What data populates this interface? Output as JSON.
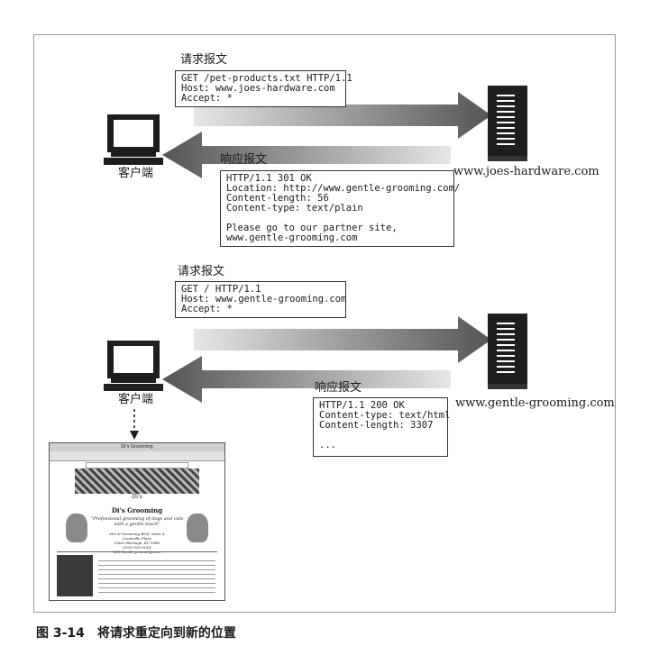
{
  "caption": "图 3-14　将请求重定向到新的位置",
  "client_label": "客户端",
  "request_label": "请求报文",
  "response_label": "响应报文",
  "servers": [
    {
      "name": "www.joes-hardware.com"
    },
    {
      "name": "www.gentle-grooming.com"
    }
  ],
  "exchange1": {
    "request_lines": [
      "GET /pet-products.txt HTTP/1.1",
      "Host: www.joes-hardware.com",
      "Accept: *"
    ],
    "response_lines": [
      "HTTP/1.1 301 OK",
      "Location: http://www.gentle-grooming.com/",
      "Content-length: 56",
      "Content-type: text/plain"
    ],
    "response_body_lines": [
      "Please go to our partner site,",
      "www.gentle-grooming.com"
    ]
  },
  "exchange2": {
    "request_lines": [
      "GET / HTTP/1.1",
      "Host: www.gentle-grooming.com",
      "Accept: *"
    ],
    "response_lines": [
      "HTTP/1.1 200 OK",
      "Content-type: text/html",
      "Content-length: 3307"
    ],
    "response_body_lines": [
      "..."
    ]
  },
  "browser": {
    "window_title": "Di's Grooming",
    "logo": "Di's",
    "site_title": "Di's Grooming",
    "tagline": "\"Professional grooming of dogs and cats with a gentle touch\"",
    "address_lines": [
      "600 N Grooming Blvd, Suite A",
      "Louisville Plaza",
      "Owen Borough, KY 5988"
    ],
    "phone_lines": [
      "(555) 555-0014",
      "555 Gentle grooming.com"
    ]
  },
  "colors": {
    "arrow_dark": "#555555",
    "arrow_light": "#e6e6e6",
    "icon": "#1e1e1e"
  }
}
